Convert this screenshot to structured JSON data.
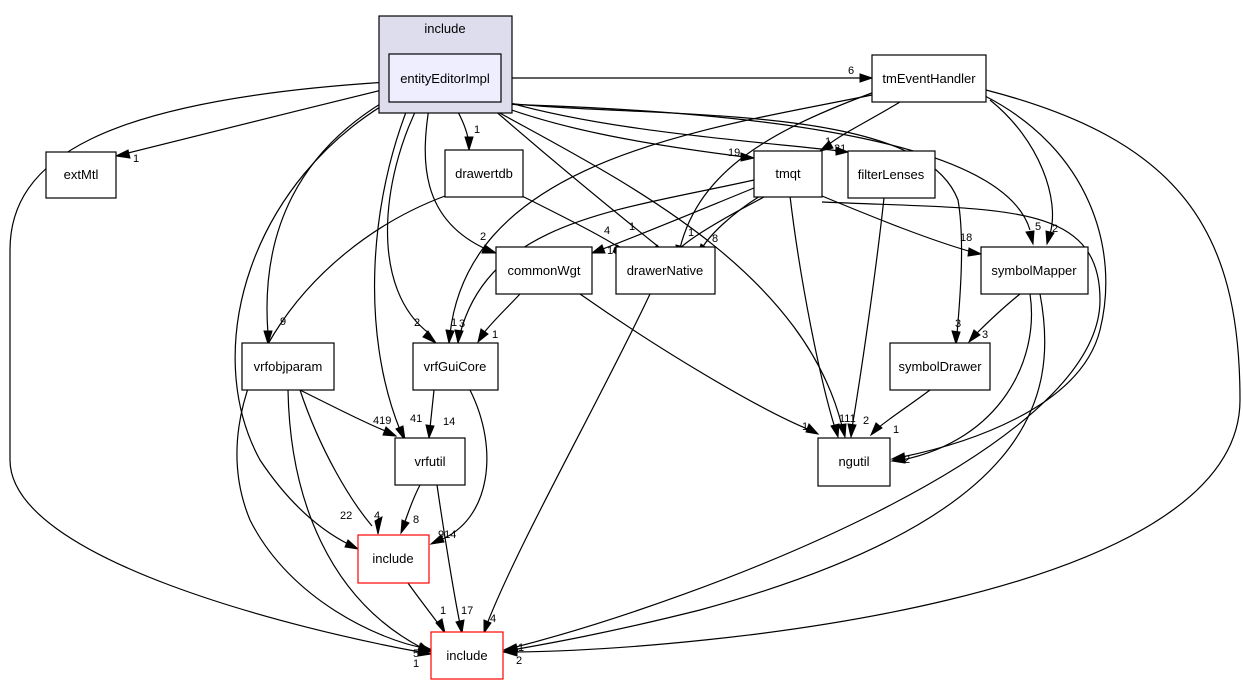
{
  "cluster": {
    "title": "include"
  },
  "nodes": {
    "entityEditorImpl": "entityEditorImpl",
    "tmEventHandler": "tmEventHandler",
    "extMtl": "extMtl",
    "drawertdb": "drawertdb",
    "tmqt": "tmqt",
    "filterLenses": "filterLenses",
    "commonWgt": "commonWgt",
    "drawerNative": "drawerNative",
    "symbolMapper": "symbolMapper",
    "vrfobjparam": "vrfobjparam",
    "vrfGuiCore": "vrfGuiCore",
    "symbolDrawer": "symbolDrawer",
    "vrfutil": "vrfutil",
    "ngutil": "ngutil",
    "include_mid": "include",
    "include_bottom": "include"
  },
  "edge_labels": {
    "e_tmEvent": "6",
    "e_extMtl": "1",
    "e_drawertdb": "1",
    "e_tmqt": "19",
    "e_filter": "1",
    "e_filter2": "31",
    "e_common": "2",
    "e_drawerNative1": "1",
    "e_tmqt_native": "1",
    "e_tmqt_native2": "8",
    "e_tdb_native": "4",
    "e_tdb_native2": "10",
    "e_symMapper": "5",
    "e_symMapper2": "2",
    "e_tmqt_sym": "18",
    "e_vrfobj": "9",
    "e_gui1": "2",
    "e_gui2": "1",
    "e_gui3": "3",
    "e_common_gui": "1",
    "e_symDrawer": "3",
    "e_mapper_drawer": "3",
    "e_vrfutil1": "419",
    "e_vrfutil2": "41",
    "e_gui_util": "14",
    "e_common_ng": "1",
    "e_ng1": "111",
    "e_ng2": "2",
    "e_drawer_ng": "1",
    "e_ng_right": "2",
    "e_inc_mid1": "22",
    "e_inc_mid2": "4",
    "e_inc_mid3": "8",
    "e_inc_mid4": "914",
    "e_inc_bot1": "1",
    "e_inc_bot2": "17",
    "e_inc_bot3": "4",
    "e_inc_bot_left": "5",
    "e_inc_bot_left2": "1",
    "e_inc_bot_right1": "1",
    "e_inc_bot_right2": "2"
  }
}
